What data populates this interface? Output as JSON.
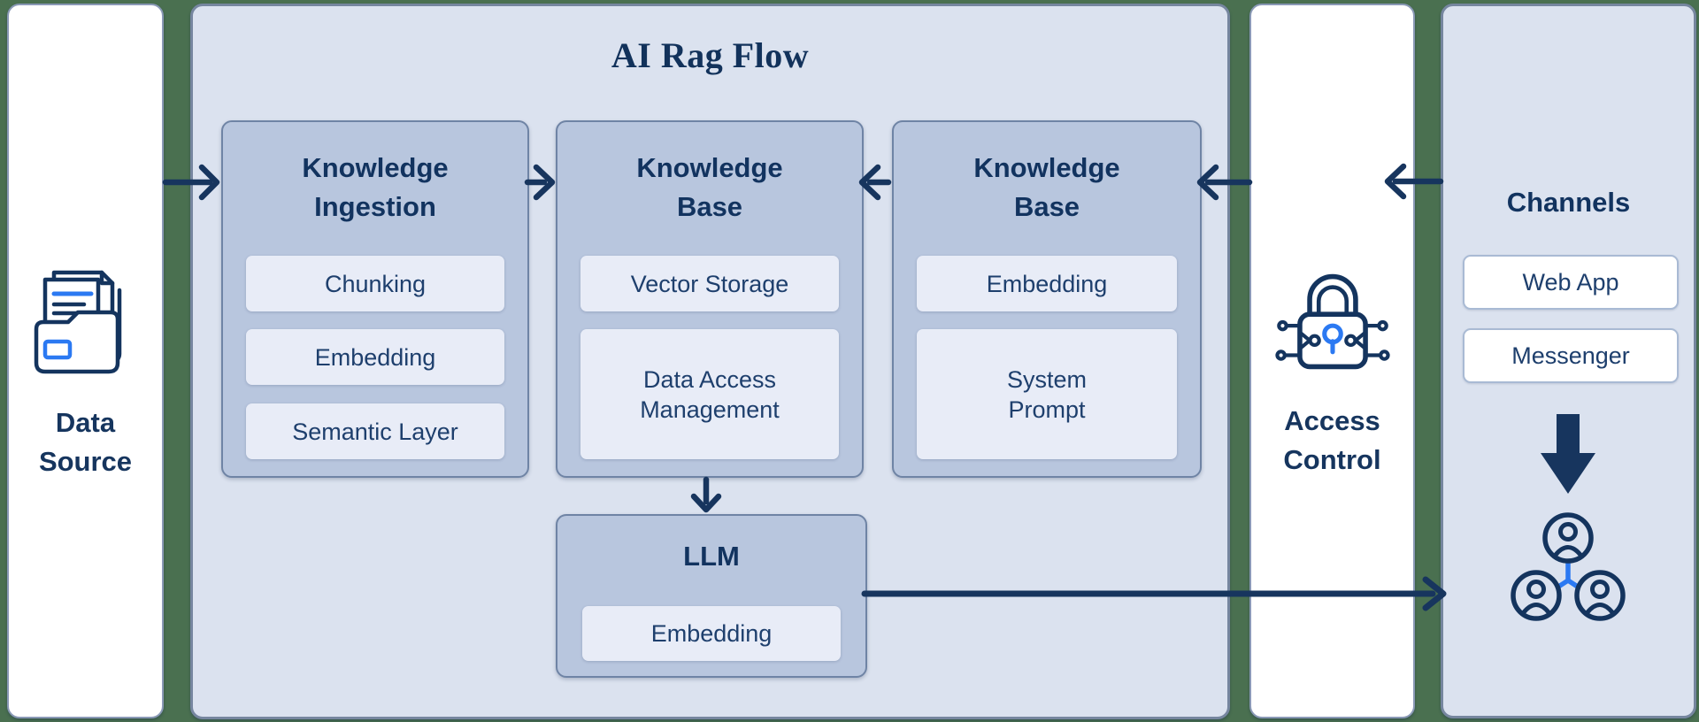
{
  "colors": {
    "background_green": "#4A7050",
    "panel_light": "#DBE2EF",
    "box_mid_blue": "#B8C6DE",
    "subbox_light": "#E8ECF7",
    "panel_white": "#FFFFFF",
    "navy_text": "#14345E",
    "arrow_navy": "#17355E",
    "blue_accent": "#2B79F2"
  },
  "data_source_panel": {
    "label": "Data Source",
    "icon": "folder-documents-icon"
  },
  "main_panel": {
    "title": "AI Rag Flow",
    "knowledge_ingestion": {
      "title": "Knowledge Ingestion",
      "items": [
        "Chunking",
        "Embedding",
        "Semantic Layer"
      ]
    },
    "knowledge_base_1": {
      "title": "Knowledge Base",
      "items": [
        "Vector Storage",
        "Data Access Management"
      ]
    },
    "knowledge_base_2": {
      "title": "Knowledge Base",
      "items": [
        "Embedding",
        "System Prompt"
      ]
    },
    "llm": {
      "title": "LLM",
      "items": [
        "Embedding"
      ]
    }
  },
  "access_panel": {
    "label": "Access Control",
    "icon": "circuit-lock-icon"
  },
  "channels_panel": {
    "title": "Channels",
    "items": [
      "Web App",
      "Messenger"
    ],
    "icons": [
      "solid-down-arrow",
      "users-network-icon"
    ]
  }
}
